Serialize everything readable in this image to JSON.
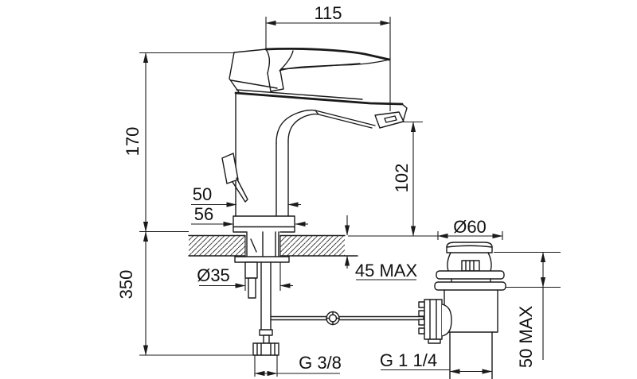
{
  "drawing": {
    "units": "mm",
    "line_color": "#1a1a1a",
    "background": "#ffffff",
    "dimensions": {
      "spout_reach": "115",
      "body_height": "170",
      "spout_outlet_height": "102",
      "body_width": "50",
      "base_width": "56",
      "under_counter_length": "350",
      "hole_diameter": "Ø35",
      "deck_thickness_max": "45 MAX",
      "waste_flange_diameter": "Ø60",
      "waste_deck_max": "50 MAX",
      "supply_thread": "G 3/8",
      "waste_thread": "G 1 1/4"
    }
  }
}
